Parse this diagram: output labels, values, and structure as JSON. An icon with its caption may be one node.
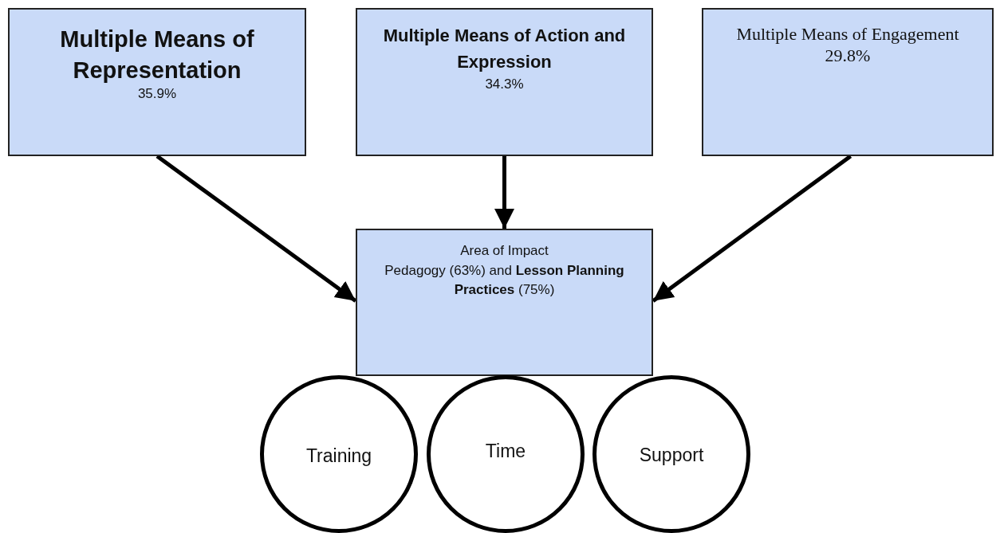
{
  "diagram": {
    "nodes": [
      {
        "text": [
          "Multiple Means of Representation",
          "35.9%"
        ]
      },
      {
        "text": [
          "Multiple Means of Action and Expression",
          "34.3%"
        ]
      },
      {
        "text": [
          "Multiple Means of Engagement",
          "29.8%"
        ]
      },
      {
        "text": [
          "Area of Impact",
          "Pedagogy (63%) and **Lesson Planning Practices** (75%)"
        ]
      },
      {
        "text": [
          "Training"
        ]
      },
      {
        "text": [
          "Time"
        ]
      },
      {
        "text": [
          "Support"
        ]
      }
    ],
    "edges": [
      {
        "from": 0,
        "to": 3,
        "arrow": "to"
      },
      {
        "from": 1,
        "to": 3,
        "arrow": "to"
      },
      {
        "from": 2,
        "to": 3,
        "arrow": "to"
      }
    ]
  }
}
